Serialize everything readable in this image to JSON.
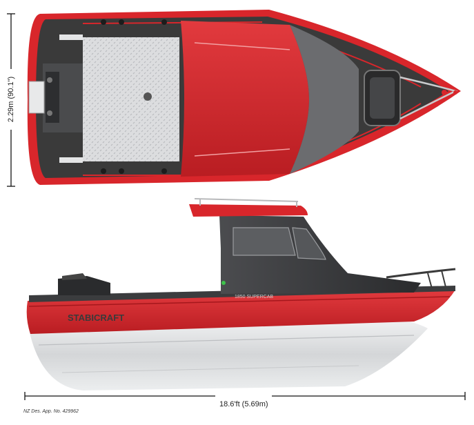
{
  "dimensions": {
    "width_label": "2.29m (90.1\")",
    "length_label": "18.6'ft (5.69m)"
  },
  "boat": {
    "brand": "STABICRAFT",
    "model": "1850 SUPERCAB"
  },
  "footnote": "NZ Des. App. No. 429962",
  "colors": {
    "hull_red": "#d8262b",
    "dark_red": "#a5171c",
    "deck_grey": "#3a3a3a",
    "pontoon_light": "#e6e7e8",
    "pontoon_shadow": "#c6c8ca",
    "cabin_dark": "#2f2f31",
    "checker_plate": "#d9dadb"
  }
}
